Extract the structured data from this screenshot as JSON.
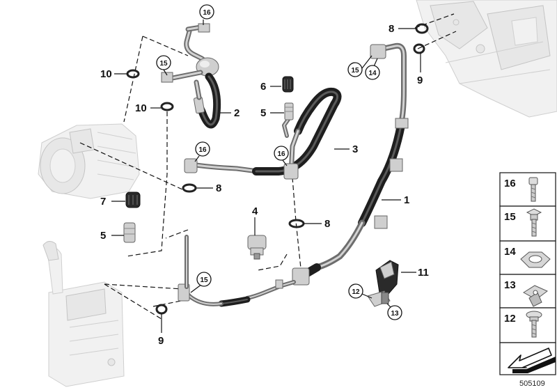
{
  "labels": {
    "l1": "1",
    "l2": "2",
    "l3": "3",
    "l4": "4",
    "l5a": "5",
    "l5b": "5",
    "l6": "6",
    "l7": "7",
    "l8a": "8",
    "l8b": "8",
    "l8c": "8",
    "l9a": "9",
    "l9b": "9",
    "l10a": "10",
    "l10b": "10",
    "l11": "11",
    "c12": "12",
    "c13": "13",
    "c14": "14",
    "c15a": "15",
    "c15b": "15",
    "c15c": "15",
    "c16a": "16",
    "c16b": "16",
    "c16c": "16"
  },
  "sidebar": {
    "items": [
      {
        "label": "16",
        "icon": "bolt-torx-icon"
      },
      {
        "label": "15",
        "icon": "bolt-collar-icon"
      },
      {
        "label": "14",
        "icon": "hex-nut-icon"
      },
      {
        "label": "13",
        "icon": "clip-nut-icon"
      },
      {
        "label": "12",
        "icon": "collar-bolt-icon"
      }
    ],
    "footer_icon": "arrow-down-left-icon"
  },
  "doc_number": "505109"
}
